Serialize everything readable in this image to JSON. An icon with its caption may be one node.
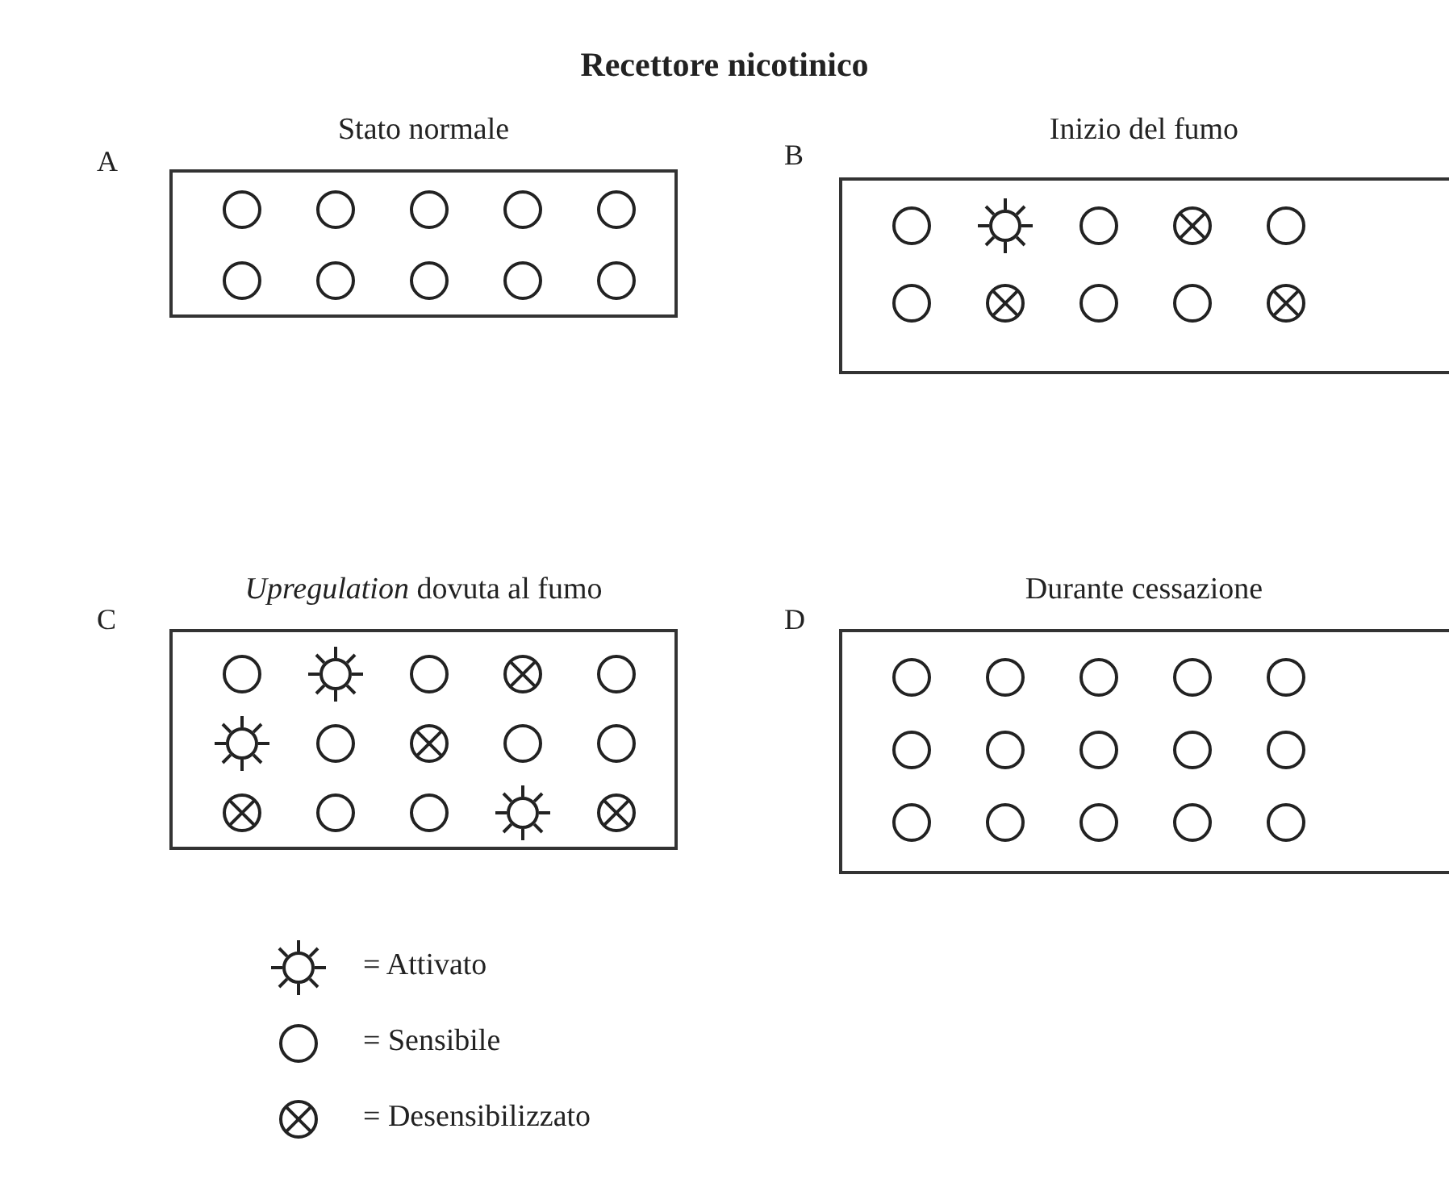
{
  "diagram": {
    "title": "Recettore nicotinico",
    "nodes": [
      {
        "text": [
          "Stato normale"
        ],
        "beside": [
          "A"
        ]
      },
      {
        "text": [
          "Inizio del fumo"
        ],
        "beside": [
          "B"
        ]
      },
      {
        "text": [
          "*Upregulation* dovuta al fumo"
        ],
        "beside": [
          "C"
        ]
      },
      {
        "text": [
          "Durante cessazione"
        ],
        "beside": [
          "D"
        ]
      }
    ],
    "legend": [
      {
        "text": "= Attivato"
      },
      {
        "text": "= Sensibile"
      },
      {
        "text": "= Desensibilizzato"
      }
    ]
  }
}
